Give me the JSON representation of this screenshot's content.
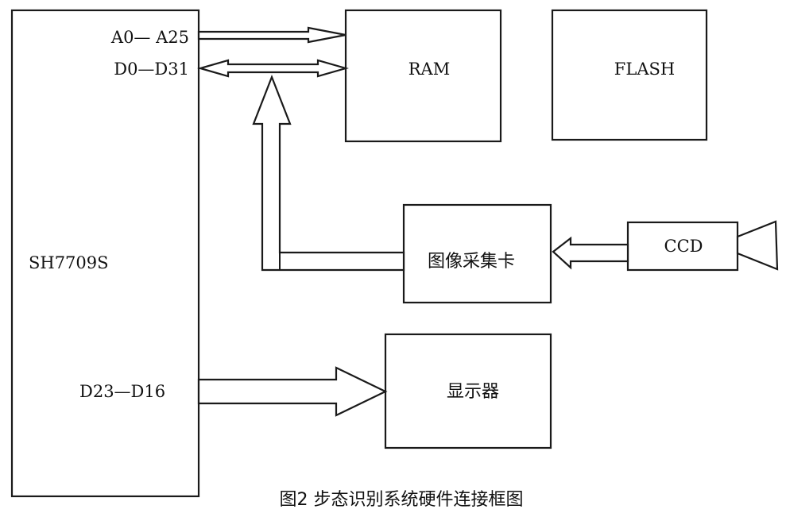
{
  "diagram": {
    "caption": "图2 步态识别系统硬件连接框图",
    "nodes": {
      "cpu": {
        "label": "SH7709S"
      },
      "ram": {
        "label": "RAM"
      },
      "flash": {
        "label": "FLASH"
      },
      "capture_card": {
        "label": "图像采集卡"
      },
      "ccd": {
        "label": "CCD"
      },
      "display": {
        "label": "显示器"
      }
    },
    "ports": {
      "address_bus": "A0— A25",
      "data_bus": "D0—D31",
      "display_bus": "D23—D16"
    },
    "edges": [
      {
        "from": "cpu",
        "to": "ram",
        "label": "A0— A25",
        "direction": "one-way"
      },
      {
        "from": "cpu",
        "to": "ram",
        "label": "D0—D31",
        "direction": "two-way"
      },
      {
        "from": "capture_card",
        "to": "data_bus",
        "direction": "one-way"
      },
      {
        "from": "ccd",
        "to": "capture_card",
        "direction": "one-way"
      },
      {
        "from": "cpu",
        "to": "display",
        "label": "D23—D16",
        "direction": "one-way"
      }
    ]
  }
}
